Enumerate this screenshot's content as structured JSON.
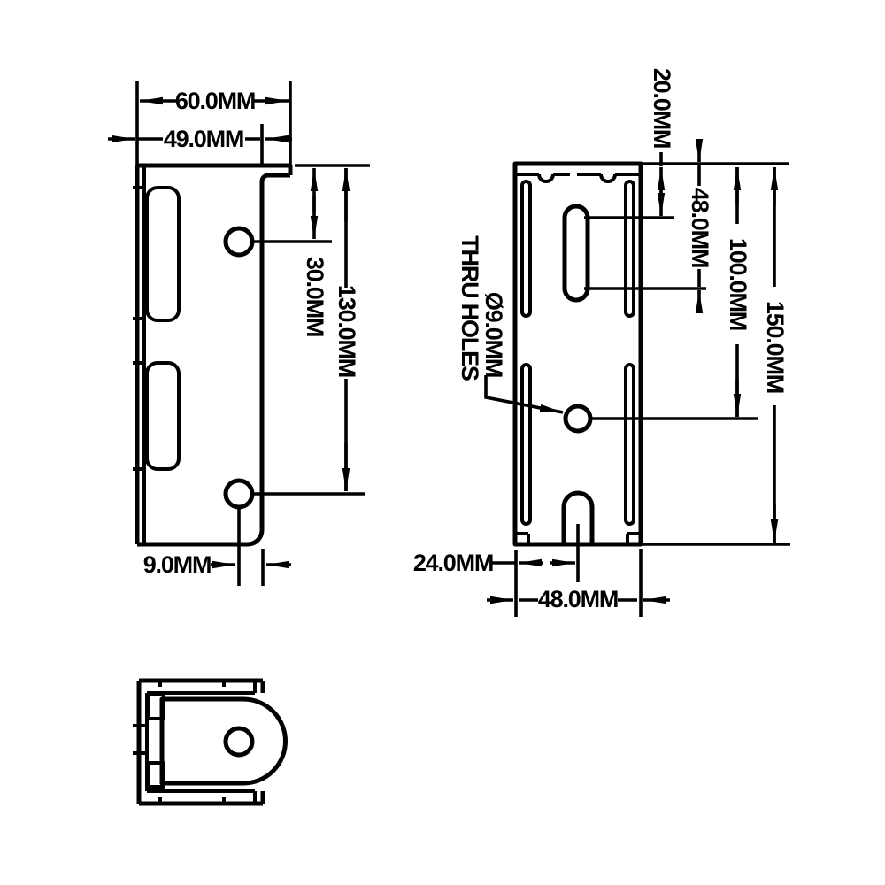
{
  "drawing": {
    "background": "#ffffff",
    "line_color": "#000000",
    "side_view": {
      "dim_total_width": "60.0MM",
      "dim_web_width": "49.0MM",
      "dim_hole1_from_top": "30.0MM",
      "dim_hole2_from_top": "130.0MM",
      "dim_hole_to_edge": "9.0MM"
    },
    "front_view": {
      "dim_slot_top_from_top": "20.0MM",
      "dim_slot_bottom_from_top": "48.0MM",
      "dim_hole_from_top": "100.0MM",
      "dim_total_height": "150.0MM",
      "dim_notch_from_left": "24.0MM",
      "dim_total_width": "48.0MM",
      "leader_diameter": "Ø9.0MM",
      "leader_note": "THRU HOLES"
    }
  }
}
